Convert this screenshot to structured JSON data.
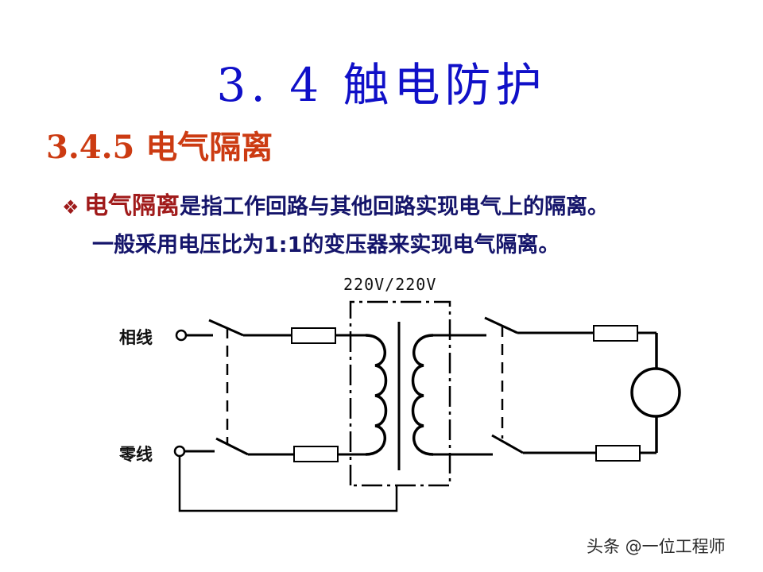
{
  "slide": {
    "title": "3. 4 触电防护",
    "subtitle": "3.4.5 电气隔离",
    "bullet": {
      "icon": "diamond-bullet-icon",
      "term": "电气隔离",
      "line1_rest": "是指工作回路与其他回路实现电气上的隔离。",
      "line2": "一般采用电压比为1:1的变压器来实现电气隔离。"
    },
    "colors": {
      "title": "#1010c8",
      "subtitle": "#cc3b12",
      "body": "#15156b",
      "term": "#a01a1a"
    }
  },
  "diagram": {
    "transformer_ratio": "220V/220V",
    "phase_label": "相线",
    "neutral_label": "零线",
    "components": [
      "terminal",
      "double-pole-switch",
      "fuse",
      "isolation-transformer",
      "double-pole-switch",
      "fuse",
      "load"
    ]
  },
  "watermark": "头条 @一位工程师"
}
